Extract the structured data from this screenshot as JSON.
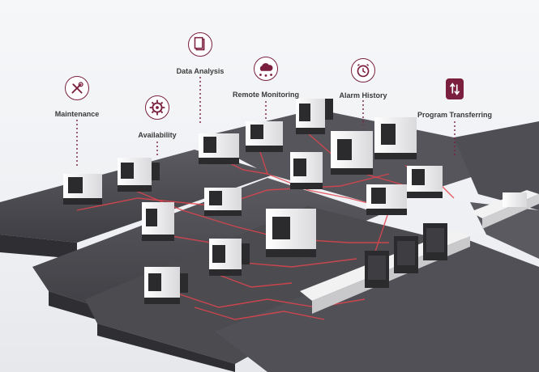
{
  "colors": {
    "accent": "#7a1f3d",
    "connection_line": "#e0444e",
    "floor": "#4a4a4f",
    "floor_light": "#5c5c62",
    "machine_body": "#f4f4f4",
    "machine_dark": "#2b2b2e"
  },
  "features": [
    {
      "id": "maintenance",
      "label": "Maintenance",
      "icon": "wrench-screwdriver-icon"
    },
    {
      "id": "availability",
      "label": "Availability",
      "icon": "gear-icon"
    },
    {
      "id": "data-analysis",
      "label": "Data Analysis",
      "icon": "document-icon"
    },
    {
      "id": "remote-monitoring",
      "label": "Remote Monitoring",
      "icon": "cloud-network-icon"
    },
    {
      "id": "alarm-history",
      "label": "Alarm History",
      "icon": "alarm-clock-icon"
    },
    {
      "id": "program-transferring",
      "label": "Program Transferring",
      "icon": "transfer-arrows-icon"
    }
  ]
}
